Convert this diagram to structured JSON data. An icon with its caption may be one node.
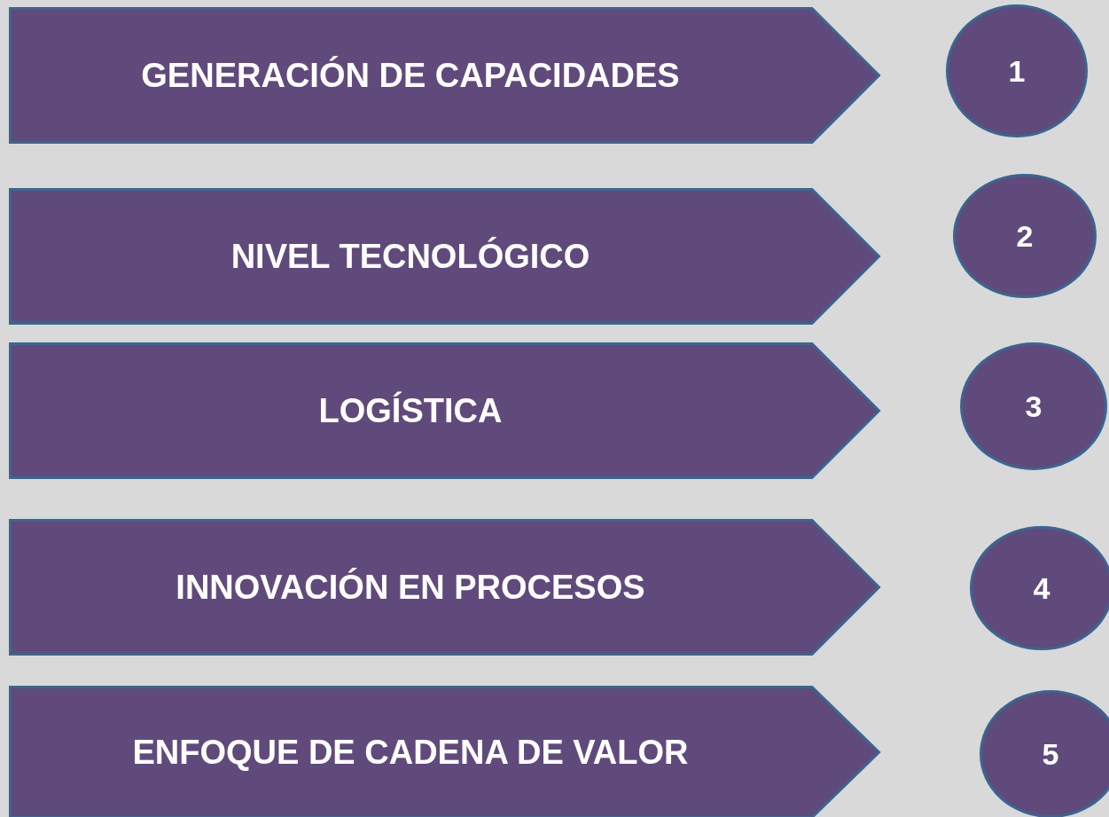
{
  "diagram": {
    "nodes": [
      {
        "text": [
          "GENERACIÓN DE CAPACIDADES"
        ]
      },
      {
        "text": [
          "1"
        ]
      },
      {
        "text": [
          "NIVEL TECNOLÓGICO"
        ]
      },
      {
        "text": [
          "2"
        ]
      },
      {
        "text": [
          "LOGÍSTICA"
        ]
      },
      {
        "text": [
          "3"
        ]
      },
      {
        "text": [
          "INNOVACIÓN EN PROCESOS"
        ]
      },
      {
        "text": [
          "4"
        ]
      },
      {
        "text": [
          "ENFOQUE DE CADENA DE VALOR"
        ]
      },
      {
        "text": [
          "5"
        ]
      }
    ]
  }
}
